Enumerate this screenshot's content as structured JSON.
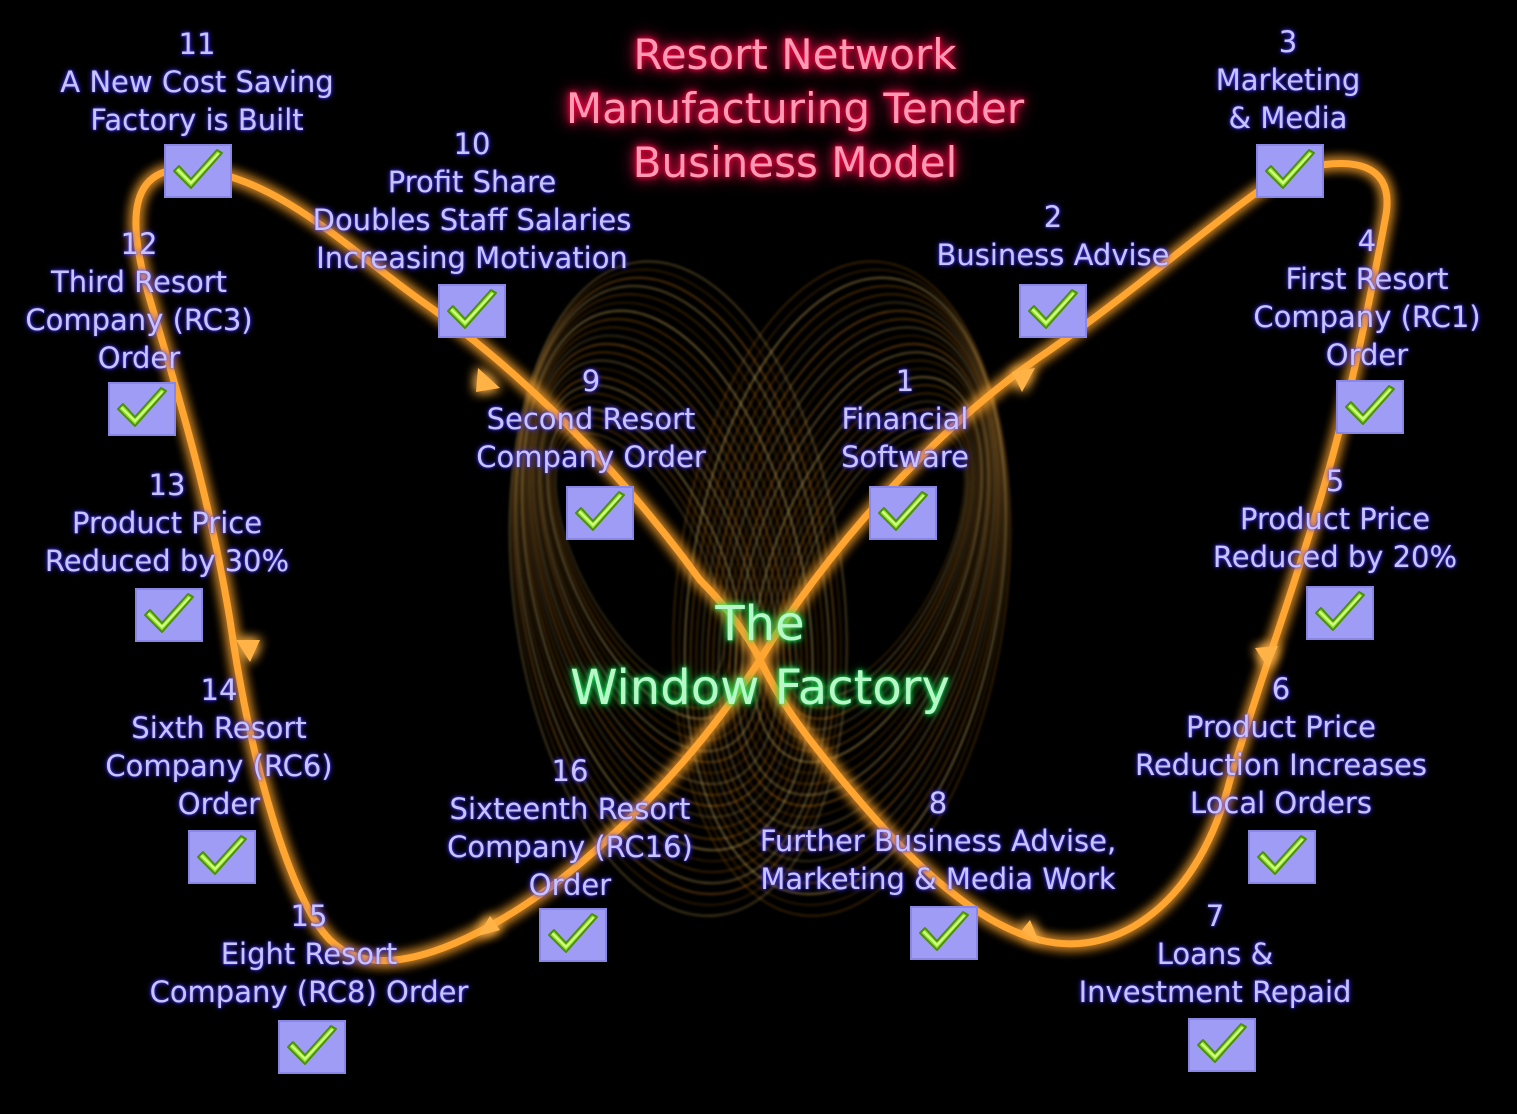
{
  "title_lines": [
    "Resort Network",
    "Manufacturing Tender",
    "Business Model"
  ],
  "center_lines": [
    "The",
    "Window Factory"
  ],
  "colors": {
    "path": "#ffa530",
    "title": "#ff9ab5",
    "center": "#b8f7c8",
    "node_text": "#c8c4ff",
    "check_box": "#9e9cf5",
    "check_mark": "#8ee02a"
  },
  "steps": [
    {
      "id": "1",
      "lines": [
        "1",
        "Financial",
        "Software"
      ],
      "checked": true
    },
    {
      "id": "2",
      "lines": [
        "2",
        "Business Advise"
      ],
      "checked": true
    },
    {
      "id": "3",
      "lines": [
        "3",
        "Marketing",
        "& Media"
      ],
      "checked": true
    },
    {
      "id": "4",
      "lines": [
        "4",
        "First Resort",
        "Company (RC1)",
        "Order"
      ],
      "checked": true
    },
    {
      "id": "5",
      "lines": [
        "5",
        "Product Price",
        "Reduced by 20%"
      ],
      "checked": true
    },
    {
      "id": "6",
      "lines": [
        "6",
        "Product Price",
        "Reduction Increases",
        "Local Orders"
      ],
      "checked": true
    },
    {
      "id": "7",
      "lines": [
        "7",
        "Loans &",
        "Investment Repaid"
      ],
      "checked": true
    },
    {
      "id": "8",
      "lines": [
        "8",
        "Further Business Advise,",
        "Marketing & Media Work"
      ],
      "checked": true
    },
    {
      "id": "9",
      "lines": [
        "9",
        "Second Resort",
        "Company Order"
      ],
      "checked": true
    },
    {
      "id": "10",
      "lines": [
        "10",
        "Profit Share",
        "Doubles Staff Salaries",
        "Increasing Motivation"
      ],
      "checked": true
    },
    {
      "id": "11",
      "lines": [
        "11",
        "A New Cost Saving",
        "Factory is Built"
      ],
      "checked": true
    },
    {
      "id": "12",
      "lines": [
        "12",
        "Third Resort",
        "Company (RC3)",
        "Order"
      ],
      "checked": true
    },
    {
      "id": "13",
      "lines": [
        "13",
        "Product Price",
        "Reduced by 30%"
      ],
      "checked": true
    },
    {
      "id": "14",
      "lines": [
        "14",
        "Sixth Resort",
        "Company (RC6)",
        "Order"
      ],
      "checked": true
    },
    {
      "id": "15",
      "lines": [
        "15",
        "Eight Resort",
        "Company (RC8) Order"
      ],
      "checked": true
    },
    {
      "id": "16",
      "lines": [
        "16",
        "Sixteenth Resort",
        "Company (RC16)",
        "Order"
      ],
      "checked": true
    }
  ]
}
